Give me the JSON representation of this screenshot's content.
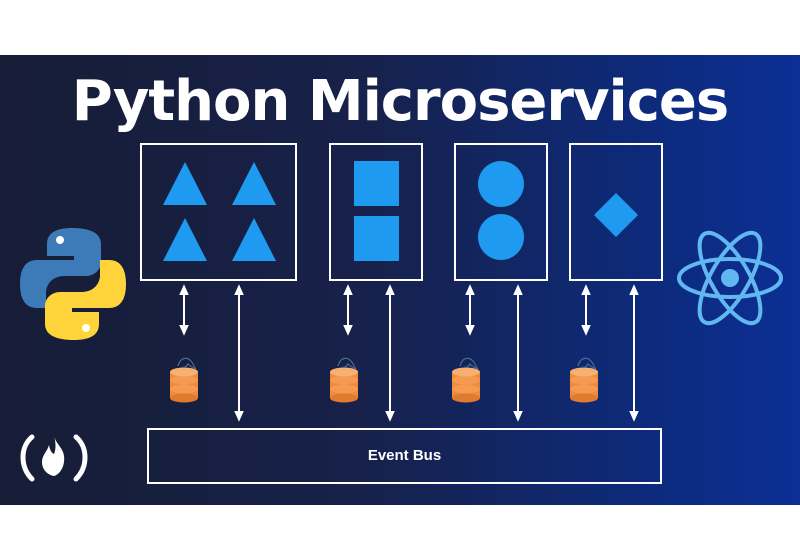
{
  "title": "Python Microservices",
  "event_bus_label": "Event Bus",
  "colors": {
    "background_start": "#171d36",
    "background_end": "#0b2f95",
    "shape_blue": "#1e9bf0",
    "database_orange": "#f08a3c",
    "react_blue": "#61b7f0",
    "python_blue": "#3d7ab8",
    "python_yellow": "#ffd43b",
    "line_white": "#ffffff"
  },
  "icons": {
    "left_logo": "python-logo",
    "right_logo": "react-atom-logo",
    "bottom_left_logo": "freecodecamp-fire-logo",
    "database": "mysql-dolphin-database"
  },
  "services": [
    {
      "shape": "triangle",
      "count": 4
    },
    {
      "shape": "square",
      "count": 2
    },
    {
      "shape": "circle",
      "count": 2
    },
    {
      "shape": "diamond",
      "count": 1
    }
  ]
}
